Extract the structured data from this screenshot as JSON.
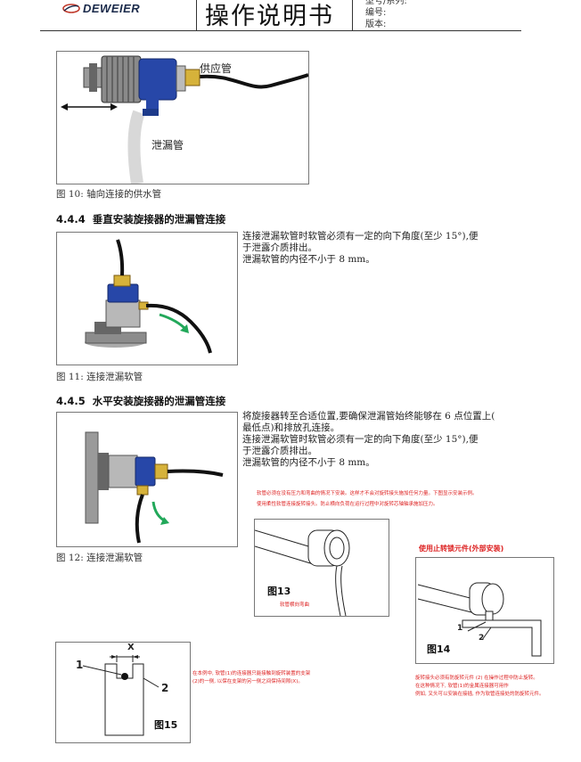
{
  "header": {
    "logo_text": "DEWEIER",
    "title": "操作说明书",
    "meta": [
      "型号/系列:",
      "编号:",
      "版本:"
    ]
  },
  "fig10": {
    "label_supply": "供应管",
    "label_leak": "泄漏管",
    "caption": "图  10: 轴向连接的供水管"
  },
  "section444": {
    "num": "4.4.4",
    "title": "垂直安装旋接器的泄漏管连接",
    "lines": [
      "连接泄漏软管时软管必须有一定的向下角度(至少  15°),便",
      "于泄露介质排出。",
      "泄漏软管的内径不小于  8 mm。"
    ],
    "caption": "图  11: 连接泄漏软管"
  },
  "section445": {
    "num": "4.4.5",
    "title": "水平安装旋接器的泄漏管连接",
    "lines": [
      "将旋接器转至合适位置,要确保泄漏管始终能够在  6  点位置上(",
      "最低点)和排放孔连接。",
      "连接泄漏软管时软管必须有一定的向下角度(至少  15°),便",
      "于泄露介质排出。",
      "泄漏软管的内径不小于  8 mm。"
    ],
    "caption": "图  12: 连接泄漏软管"
  },
  "red_notes": {
    "note1": "软管必须在没有压力和弯曲的情况下安装。这样才不会对旋转接头施加任何力量。下图显示安装示例。",
    "note2": "使用柔性软管连接旋转接头。防止横向负荷在运行过程中对旋转芯轴轴承施加压力。",
    "fig13_label": "图13",
    "fig13_sub": "软管横向弯曲",
    "fig14_title": "使用止转锁元件(外部安装)",
    "fig14_label": "图14",
    "fig14_callouts": [
      "1",
      "2"
    ],
    "fig14_note": [
      "旋转接头必须有防旋转元件 (2) 在操作过程中防止旋转。",
      "在这种情况下, 软管(1)的金属连接器可用作",
      "例如, 叉头可以安装在接插, 作为软管连接处的防旋转元件。"
    ],
    "fig15_label": "图15",
    "fig15_callouts": [
      "1",
      "2",
      "X"
    ],
    "fig15_note": [
      "在本例中, 软管(1)的连接器只能接触到旋转装置的支架",
      "(2)的一侧, 以保在支架的另一侧之间保持间隙(X)。"
    ]
  }
}
